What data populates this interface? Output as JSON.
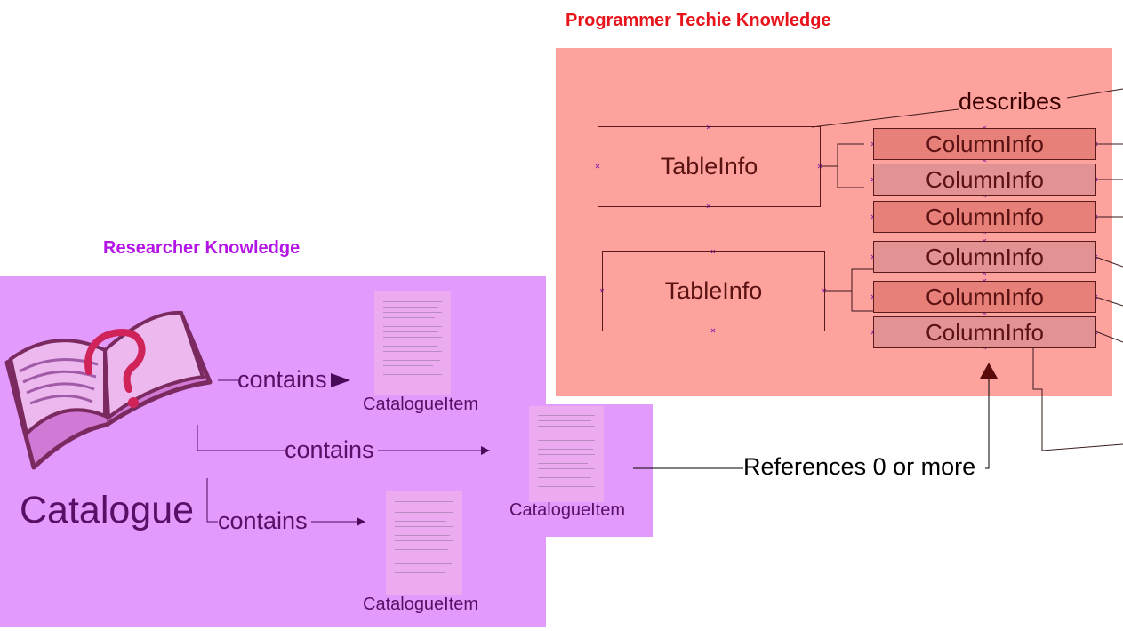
{
  "programmer_region": {
    "title": "Programmer Techie Knowledge",
    "describes_label": "describes",
    "tables": [
      {
        "label": "TableInfo",
        "columns": [
          "ColumnInfo",
          "ColumnInfo",
          "ColumnInfo"
        ]
      },
      {
        "label": "TableInfo",
        "columns": [
          "ColumnInfo",
          "ColumnInfo",
          "ColumnInfo"
        ]
      }
    ]
  },
  "researcher_region": {
    "title": "Researcher Knowledge",
    "catalogue_label": "Catalogue",
    "contains_labels": [
      "contains",
      "contains",
      "contains"
    ],
    "items": [
      "CatalogueItem",
      "CatalogueItem",
      "CatalogueItem"
    ]
  },
  "references_label": "References 0 or more",
  "colors": {
    "programmer_title": "#e8141c",
    "researcher_title": "#b414e6",
    "programmer_panel": "#fda29d",
    "researcher_panel": "#e29bfd"
  },
  "icons": [
    "book-question-icon",
    "document-icon"
  ]
}
